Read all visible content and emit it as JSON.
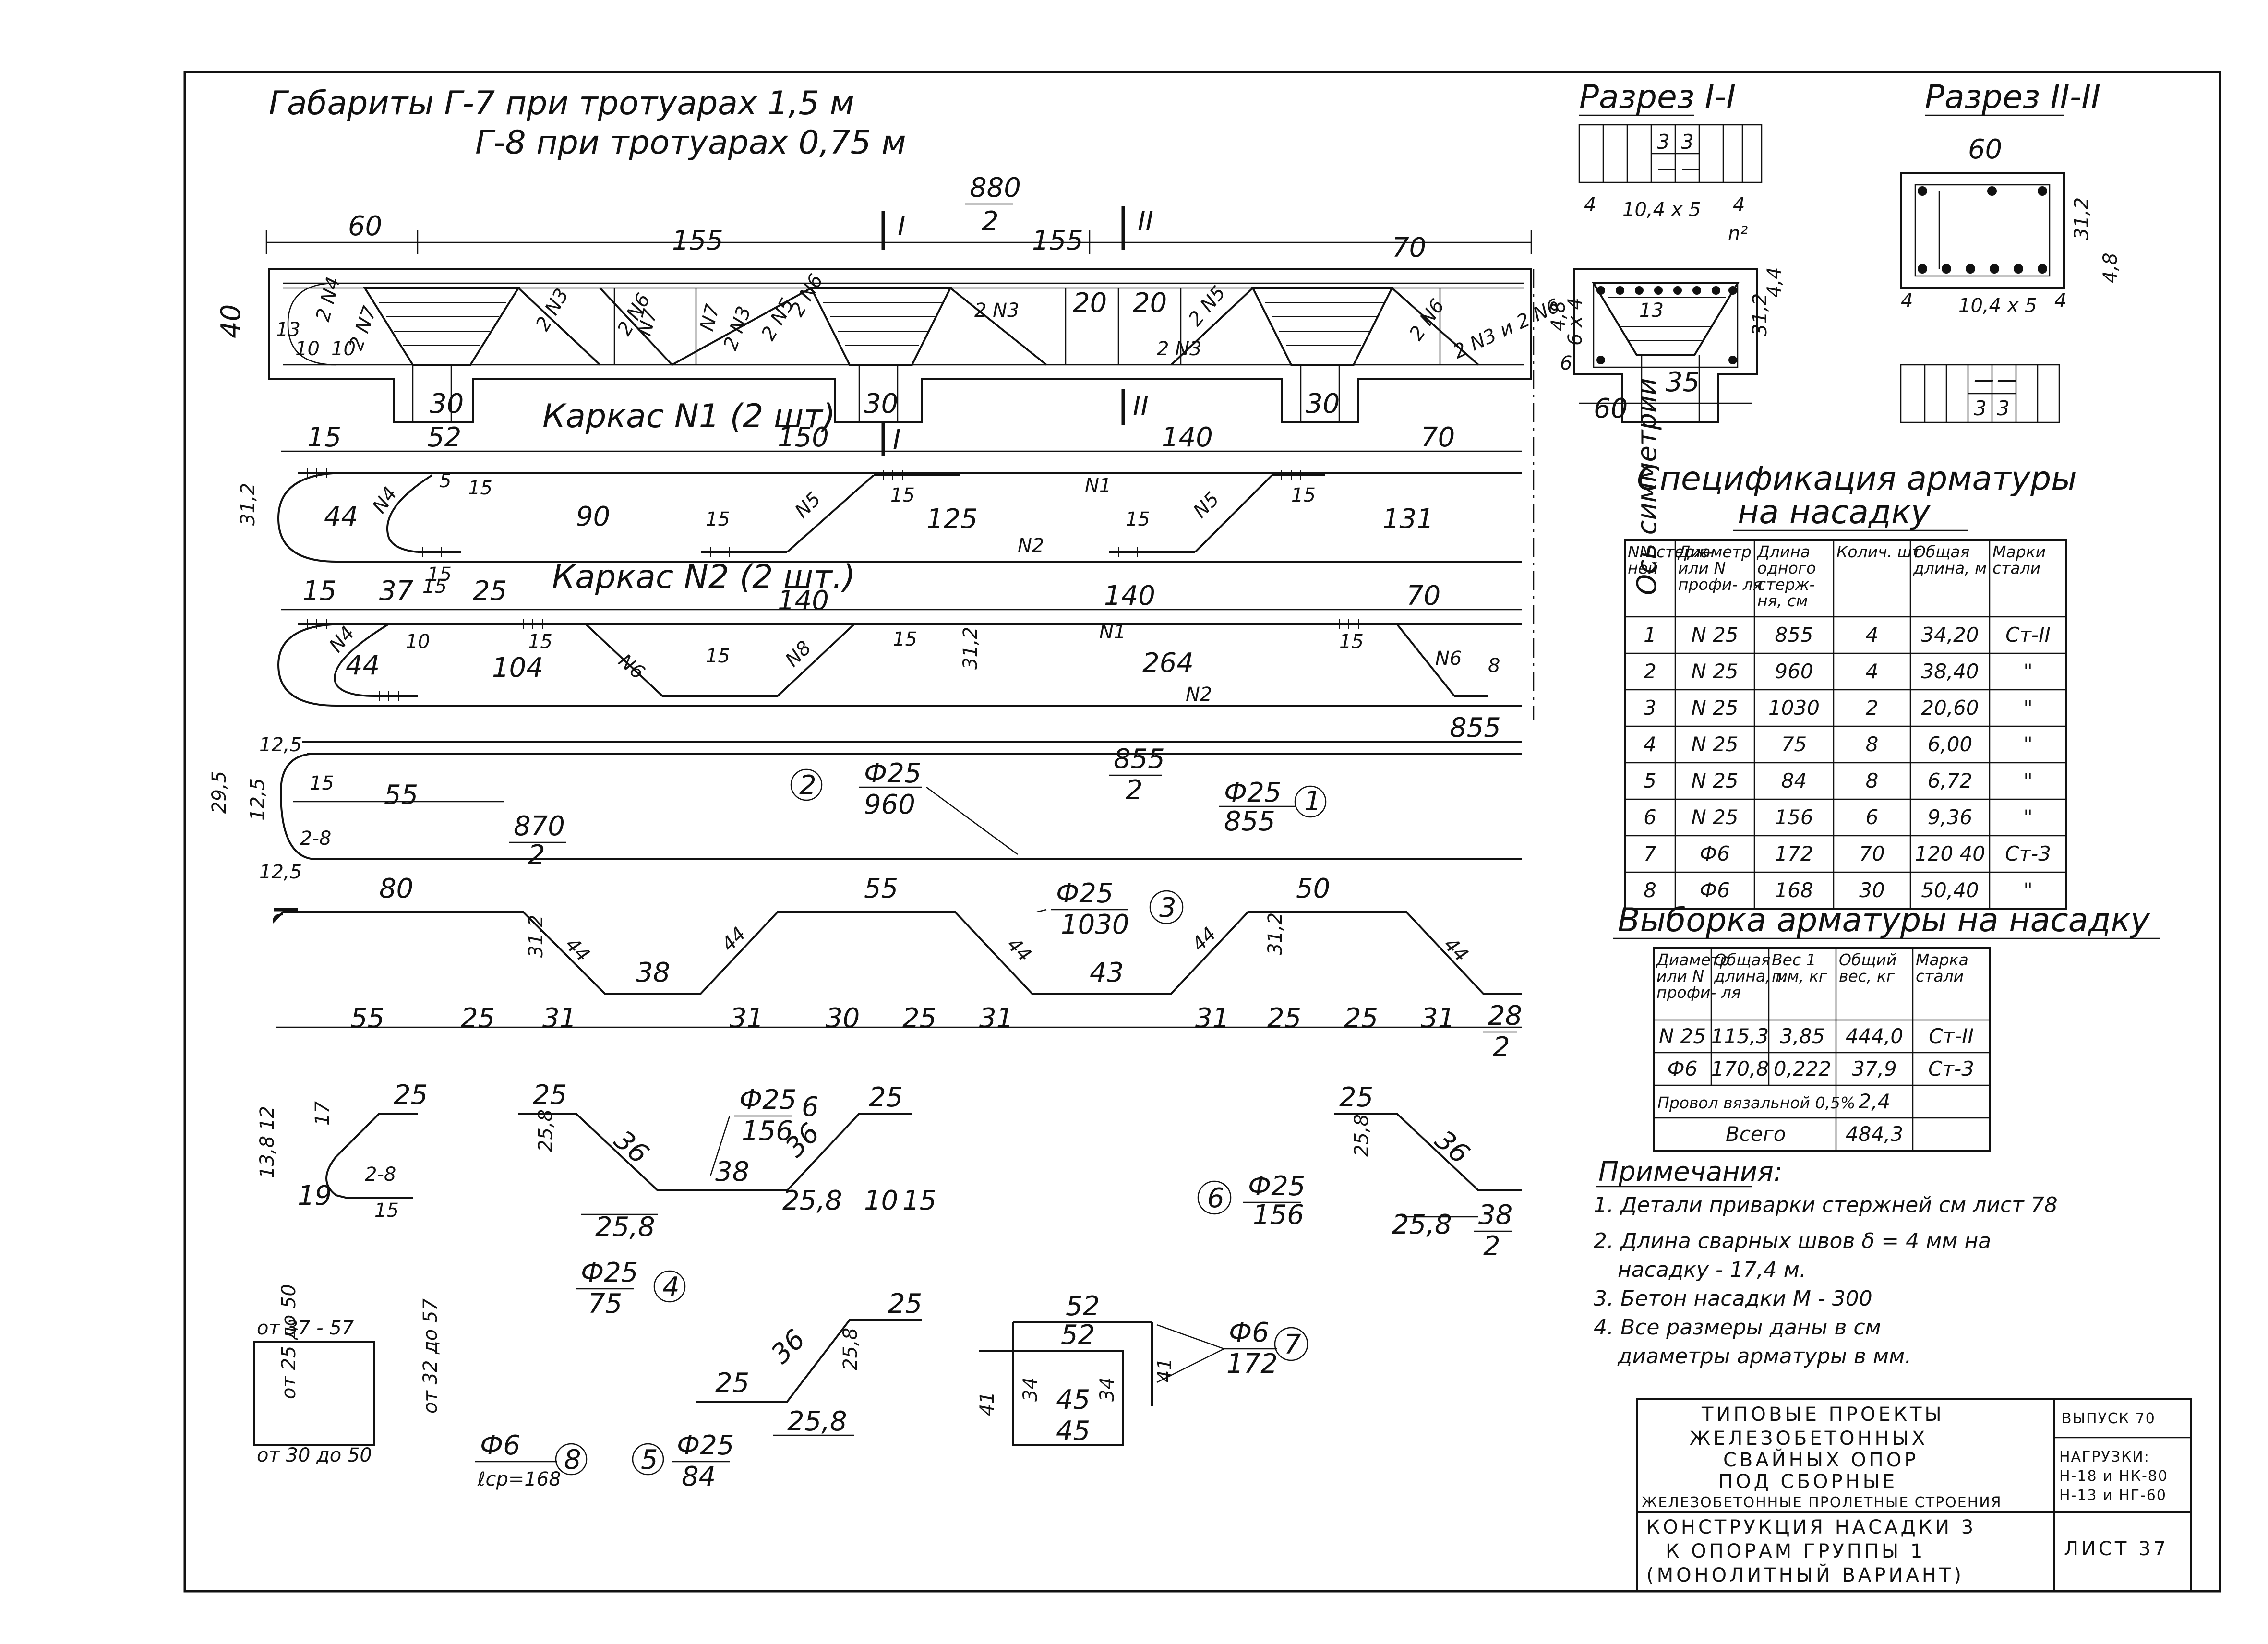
{
  "gabarity": {
    "line1": "Габариты  Г-7  при    тротуарах      1,5 м",
    "line2": "Г-8  при    тротуарах      0,75 м"
  },
  "elevation": {
    "half_length_num": "880",
    "half_length_den": "2",
    "dims": [
      "60",
      "155",
      "155",
      "70",
      "40"
    ],
    "section_marks": [
      "I",
      "II",
      "I",
      "II"
    ],
    "bar_marks": [
      "13",
      "2 N4",
      "10",
      "10",
      "2 N7",
      "2 N3",
      "2 N6",
      "N7",
      "N7",
      "2 N3",
      "2 N5",
      "2 N6",
      "2 N3",
      "20",
      "20",
      "2 N5",
      "2 N3",
      "2 N6",
      "2 N3 и 2 N6"
    ],
    "pile_dims": [
      "30",
      "30",
      "30"
    ]
  },
  "karkas1": {
    "title": "Каркас N1 (2 шт)",
    "dims": [
      "15",
      "52",
      "150",
      "140",
      "70",
      "31,2",
      "44",
      "N4",
      "5",
      "15",
      "90",
      "15",
      "N5",
      "15",
      "125",
      "15",
      "N5",
      "15",
      "131",
      "N1",
      "N2",
      "15"
    ]
  },
  "karkas2": {
    "title": "Каркас N2 (2 шт.)",
    "dims": [
      "15",
      "37",
      "15",
      "25",
      "140",
      "140",
      "70",
      "N4",
      "44",
      "10",
      "104",
      "15",
      "N6",
      "15",
      "N8",
      "15",
      "31,2",
      "N1",
      "264",
      "N2",
      "15",
      "N6",
      "8"
    ]
  },
  "symmetry_axis": "Ось симметрии",
  "bars": {
    "b1": {
      "len": "855",
      "dia": "Ф25",
      "mark": "1",
      "half_num": "855",
      "half_den": "2",
      "extra": "855"
    },
    "b2": {
      "dia": "Ф25",
      "len": "960",
      "mark": "2",
      "half_num": "870",
      "half_den": "2",
      "dims": [
        "12,5",
        "15",
        "55",
        "12,5",
        "2-8",
        "12,5",
        "29,5"
      ]
    },
    "b3": {
      "dia": "Ф25",
      "len": "1030",
      "mark": "3",
      "top": [
        "80",
        "55",
        "50"
      ],
      "slopes": [
        "44",
        "44",
        "44",
        "44",
        "44"
      ],
      "bottom": [
        "38",
        "43"
      ],
      "heights": [
        "31,2",
        "31,2"
      ],
      "base": [
        "55",
        "25",
        "31",
        "31",
        "30",
        "25",
        "31",
        "31",
        "25",
        "25",
        "31"
      ],
      "end_num": "28",
      "end_den": "2"
    },
    "b4": {
      "dia": "Ф25",
      "len": "75",
      "mark": "4",
      "dims": [
        "25",
        "12",
        "17",
        "13,8",
        "2-8",
        "19",
        "15"
      ]
    },
    "b6": {
      "dia": "Ф25",
      "len": "156",
      "mark": "6",
      "dims": [
        "25",
        "25,8",
        "36",
        "38",
        "36",
        "25",
        "25,8",
        "25,8",
        "10",
        "15"
      ],
      "right": [
        "25",
        "25,8",
        "36",
        "25,8"
      ],
      "right_num": "38",
      "right_den": "2",
      "label_dia": "Ф25",
      "label_len": "156",
      "label_mark": "6"
    },
    "b5": {
      "dia": "Ф25",
      "len": "84",
      "mark": "5",
      "dims": [
        "25",
        "36",
        "25,8",
        "25",
        "25,8"
      ]
    },
    "b7": {
      "dia": "Ф6",
      "len": "172",
      "mark": "7",
      "dims": [
        "52",
        "52",
        "41",
        "34",
        "45",
        "34",
        "41",
        "45"
      ]
    },
    "b8": {
      "dia": "Ф6",
      "len": "ℓср=168",
      "mark": "8",
      "top": "от 37 - 57",
      "bottom": "от 30 до 50",
      "left": "от 25 до 50",
      "right": "от 32 до 57"
    }
  },
  "razrez1": {
    "title": "Разрез I-I",
    "dims": [
      "10,4 x 5",
      "4",
      "4",
      "n²",
      "4,4",
      "31,2",
      "4,8",
      "6 x 4",
      "6",
      "35",
      "60",
      "13"
    ],
    "table_cells": [
      "3",
      "3",
      "—",
      "—"
    ]
  },
  "razrez2": {
    "title": "Разрез II-II",
    "dims": [
      "60",
      "31,2",
      "10,4 x 5",
      "4",
      "4",
      "4,8"
    ],
    "table_cells": [
      "—",
      "—",
      "3",
      "3"
    ]
  },
  "spec": {
    "title_line1": "Спецификация  арматуры",
    "title_line2": "на  насадку",
    "headers": [
      "NN стерж- ней",
      "Диаметр или N профи- ля",
      "Длина одного стерж- ня, см",
      "Колич. шт",
      "Общая длина, м",
      "Марки стали"
    ],
    "rows": [
      [
        "1",
        "N 25",
        "855",
        "4",
        "34,20",
        "Ст-II"
      ],
      [
        "2",
        "N 25",
        "960",
        "4",
        "38,40",
        "\""
      ],
      [
        "3",
        "N 25",
        "1030",
        "2",
        "20,60",
        "\""
      ],
      [
        "4",
        "N 25",
        "75",
        "8",
        "6,00",
        "\""
      ],
      [
        "5",
        "N 25",
        "84",
        "8",
        "6,72",
        "\""
      ],
      [
        "6",
        "N 25",
        "156",
        "6",
        "9,36",
        "\""
      ],
      [
        "7",
        "Ф6",
        "172",
        "70",
        "120 40",
        "Ст-3"
      ],
      [
        "8",
        "Ф6",
        "168",
        "30",
        "50,40",
        "\""
      ]
    ]
  },
  "vyborka": {
    "title": "Выборка  арматуры  на насадку",
    "headers": [
      "Диаметр или N профи- ля",
      "Общая длина, м",
      "Вес 1 п.м, кг",
      "Общий вес, кг",
      "Марка стали"
    ],
    "rows": [
      [
        "N 25",
        "115,3",
        "3,85",
        "444,0",
        "Ст-II"
      ],
      [
        "Ф6",
        "170,8",
        "0,222",
        "37,9",
        "Ст-3"
      ]
    ],
    "wire_label": "Провол вязальной 0,5%",
    "wire_value": "2,4",
    "total_label": "Всего",
    "total_value": "484,3"
  },
  "notes": {
    "title": "Примечания:",
    "items": [
      "1. Детали приварки  стержней  см лист 78",
      "2. Длина  сварных  швов  δ = 4 мм  на",
      "насадку - 17,4 м.",
      "3. Бетон   насадки    М - 300",
      "4. Все   размеры    даны   в  см",
      "диаметры   арматуры   в  мм."
    ]
  },
  "stamp": {
    "project_lines": [
      "ТИПОВЫЕ ПРОЕКТЫ",
      "ЖЕЛЕЗОБЕТОННЫХ",
      "СВАЙНЫХ ОПОР",
      "ПОД  СБОРНЫЕ",
      "ЖЕЛЕЗОБЕТОННЫЕ ПРОЛЕТНЫЕ СТРОЕНИЯ"
    ],
    "vypusk": "ВЫПУСК 70",
    "loads": [
      "НАГРУЗКИ:",
      "Н-18 и НК-80",
      "Н-13 и НГ-60"
    ],
    "sheet_title": [
      "КОНСТРУКЦИЯ НАСАДКИ 3",
      "К ОПОРАМ ГРУППЫ 1",
      "(МОНОЛИТНЫЙ  ВАРИАНТ)"
    ],
    "sheet": "ЛИСТ 37"
  }
}
